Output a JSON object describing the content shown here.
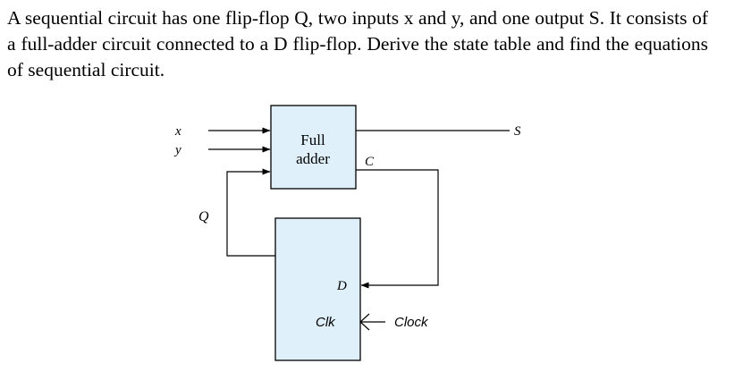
{
  "question": {
    "text": "A sequential circuit has one flip-flop Q, two inputs x and y, and one output S. It consists of a full-adder circuit connected to a D flip-flop. Derive the state table and find the equations of sequential circuit."
  },
  "diagram": {
    "block_fill": "#dff0fa",
    "full_adder": {
      "label_line1": "Full",
      "label_line2": "adder",
      "carry_label": "C"
    },
    "flip_flop": {
      "d_label": "D",
      "clk_label": "Clk"
    },
    "inputs": {
      "x": "x",
      "y": "y",
      "q": "Q"
    },
    "outputs": {
      "s": "S"
    },
    "clock_label": "Clock"
  }
}
